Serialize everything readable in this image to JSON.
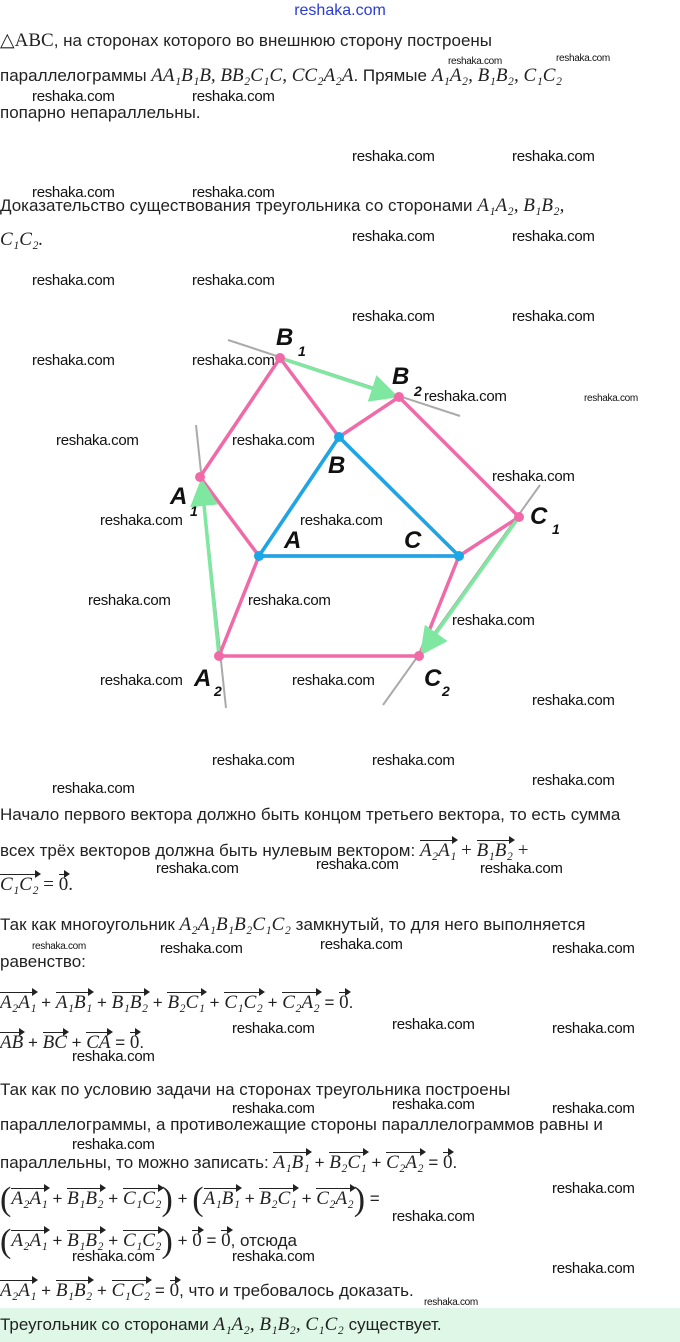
{
  "site_title": "reshaka.com",
  "watermark": "reshaka.com",
  "problem": {
    "l1_math": "△ABC",
    "l1_text": ", на сторонах которого во внешнюю сторону построены",
    "l2_text": "параллелограммы ",
    "l2_math": "AA₁B₁B, BB₂C₁C, CC₂A₂A",
    "l2_text2": ". Прямые ",
    "l2_math2": "A₁A₂, B₁B₂, C₁C₂",
    "l3_text": "попарно непараллельны."
  },
  "goal": {
    "text": "Доказательство существования треугольника со сторонами ",
    "math": "A₁A₂, B₁B₂,",
    "math2": "C₁C₂."
  },
  "diagram": {
    "labels": {
      "A": "A",
      "B": "B",
      "C": "C",
      "A1": "A",
      "B1": "B",
      "B2": "B",
      "C1": "C",
      "C2": "C",
      "A2": "A",
      "s1": "1",
      "s2": "2"
    },
    "colors": {
      "triangle": "#1aa7e6",
      "parallelogram": "#f06aa8",
      "vector": "#7fe8a0",
      "line": "#aaaaaa"
    }
  },
  "solution": {
    "p1_l1": "Начало первого вектора должно быть концом третьего вектора, то есть сумма",
    "p1_l2": "всех трёх векторов должна быть нулевым вектором: ",
    "p2_l1a": "Так как многоугольник ",
    "p2_l1m": "A₂A₁B₁B₂C₁C₂",
    "p2_l1b": " замкнутый, то для него выполняется",
    "p2_l2": "равенство:",
    "p3_l1": "Так как по условию задачи на сторонах треугольника построены",
    "p3_l2": "параллелограммы, а противолежащие стороны параллелограммов равны и",
    "p3_l3": "параллельны, то можно записать: ",
    "otsyuda": ", отсюда",
    "final_text": ", что и требовалось доказать.",
    "v": {
      "A2A1": "A₂A₁",
      "A1B1": "A₁B₁",
      "B1B2": "B₁B₂",
      "B2C1": "B₂C₁",
      "C1C2": "C₁C₂",
      "C2A2": "C₂A₂",
      "AB": "AB",
      "BC": "BC",
      "CA": "CA",
      "zero": "0"
    },
    "op": {
      "plus": "+",
      "eq": "=",
      "dot": ".",
      "lp": "(",
      "rp": ")"
    }
  },
  "answer": {
    "text": "Треугольник со сторонами ",
    "math": "A₁A₂, B₁B₂, C₁C₂",
    "text2": " существует."
  }
}
